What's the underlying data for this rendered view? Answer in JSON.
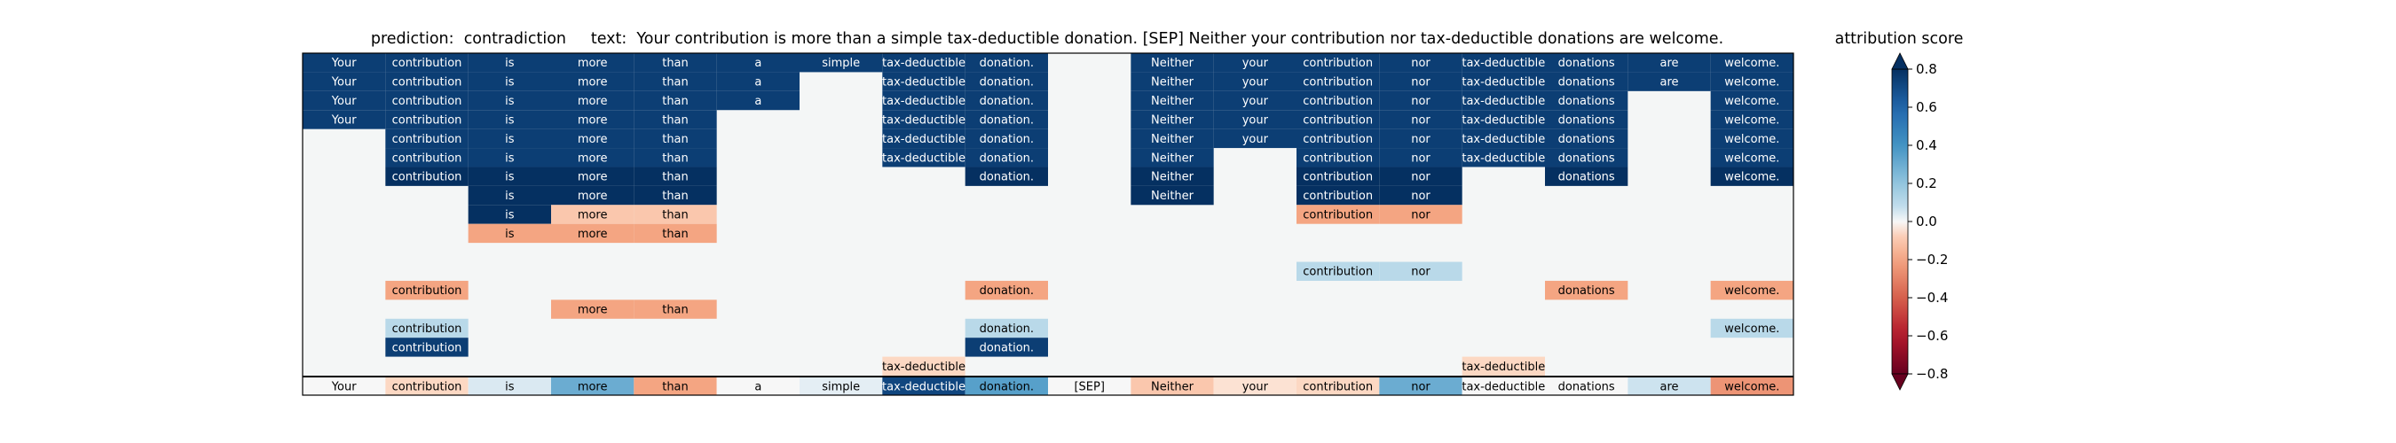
{
  "header": {
    "prediction_label": "prediction:",
    "prediction_value": "contradiction",
    "text_label": "text:",
    "text_value": "Your contribution is more than a simple tax-deductible donation. [SEP] Neither your contribution nor tax-deductible donations are welcome."
  },
  "colorbar": {
    "label": "attribution score",
    "ticks": [
      0.8,
      0.6,
      0.4,
      0.2,
      0.0,
      -0.2,
      -0.4,
      -0.6,
      -0.8
    ],
    "tick_labels": [
      "0.8",
      "0.6",
      "0.4",
      "0.2",
      "0.0",
      "−0.2",
      "−0.4",
      "−0.6",
      "−0.8"
    ],
    "range": [
      -0.8,
      0.8
    ]
  },
  "chart_data": {
    "type": "heatmap",
    "tokens": [
      "Your",
      "contribution",
      "is",
      "more",
      "than",
      "a",
      "simple",
      "tax-deductible",
      "donation.",
      "[SEP]",
      "Neither",
      "your",
      "contribution",
      "nor",
      "tax-deductible",
      "donations",
      "are",
      "welcome."
    ],
    "rows": [
      [
        0.75,
        0.75,
        0.75,
        0.75,
        0.75,
        0.75,
        0.75,
        0.75,
        0.75,
        null,
        0.75,
        0.75,
        0.75,
        0.75,
        0.75,
        0.75,
        0.75,
        0.75
      ],
      [
        0.75,
        0.75,
        0.75,
        0.75,
        0.75,
        0.75,
        null,
        0.75,
        0.75,
        null,
        0.75,
        0.75,
        0.75,
        0.75,
        0.75,
        0.75,
        0.75,
        0.75
      ],
      [
        0.75,
        0.75,
        0.75,
        0.75,
        0.75,
        0.75,
        null,
        0.75,
        0.75,
        null,
        0.75,
        0.75,
        0.75,
        0.75,
        0.75,
        0.75,
        null,
        0.75
      ],
      [
        0.75,
        0.75,
        0.75,
        0.75,
        0.75,
        null,
        null,
        0.75,
        0.75,
        null,
        0.75,
        0.75,
        0.75,
        0.75,
        0.75,
        0.75,
        null,
        0.75
      ],
      [
        null,
        0.75,
        0.75,
        0.75,
        0.75,
        null,
        null,
        0.75,
        0.75,
        null,
        0.75,
        0.75,
        0.75,
        0.75,
        0.75,
        0.75,
        null,
        0.75
      ],
      [
        null,
        0.75,
        0.75,
        0.75,
        0.75,
        null,
        null,
        0.75,
        0.75,
        null,
        0.75,
        null,
        0.75,
        0.75,
        0.75,
        0.75,
        null,
        0.75
      ],
      [
        null,
        0.8,
        0.8,
        0.8,
        0.8,
        null,
        null,
        null,
        0.8,
        null,
        0.8,
        null,
        0.8,
        0.8,
        null,
        0.8,
        null,
        0.8
      ],
      [
        null,
        null,
        0.8,
        0.8,
        0.8,
        null,
        null,
        null,
        null,
        null,
        0.8,
        null,
        0.8,
        0.8,
        null,
        null,
        null,
        null
      ],
      [
        null,
        null,
        0.8,
        -0.1,
        -0.1,
        null,
        null,
        null,
        null,
        null,
        null,
        null,
        -0.2,
        -0.2,
        null,
        null,
        null,
        null
      ],
      [
        null,
        null,
        -0.2,
        -0.2,
        -0.2,
        null,
        null,
        null,
        null,
        null,
        null,
        null,
        null,
        null,
        null,
        null,
        null,
        null
      ],
      [
        null,
        null,
        null,
        null,
        null,
        null,
        null,
        null,
        null,
        null,
        null,
        null,
        null,
        null,
        null,
        null,
        null,
        null
      ],
      [
        null,
        null,
        null,
        null,
        null,
        null,
        null,
        null,
        null,
        null,
        null,
        null,
        0.1,
        0.1,
        null,
        null,
        null,
        null
      ],
      [
        null,
        -0.2,
        null,
        null,
        null,
        null,
        null,
        null,
        -0.2,
        null,
        null,
        null,
        null,
        null,
        null,
        -0.2,
        null,
        -0.2
      ],
      [
        null,
        null,
        null,
        -0.2,
        -0.2,
        null,
        null,
        null,
        null,
        null,
        null,
        null,
        null,
        null,
        null,
        null,
        null,
        null
      ],
      [
        null,
        0.1,
        null,
        null,
        null,
        null,
        null,
        null,
        0.1,
        null,
        null,
        null,
        null,
        null,
        null,
        null,
        null,
        0.1
      ],
      [
        null,
        0.75,
        null,
        null,
        null,
        null,
        null,
        null,
        0.75,
        null,
        null,
        null,
        null,
        null,
        null,
        null,
        null,
        null
      ],
      [
        null,
        null,
        null,
        null,
        null,
        null,
        null,
        -0.05,
        null,
        null,
        null,
        null,
        null,
        null,
        -0.05,
        null,
        null,
        null
      ]
    ],
    "bottom_row": [
      0.0,
      -0.05,
      0.03,
      0.3,
      -0.2,
      0.0,
      0.02,
      0.72,
      0.35,
      0.0,
      -0.1,
      -0.03,
      -0.05,
      0.3,
      0.0,
      0.0,
      0.05,
      -0.25
    ],
    "colormap": "RdBu",
    "vmin": -0.8,
    "vmax": 0.8
  }
}
